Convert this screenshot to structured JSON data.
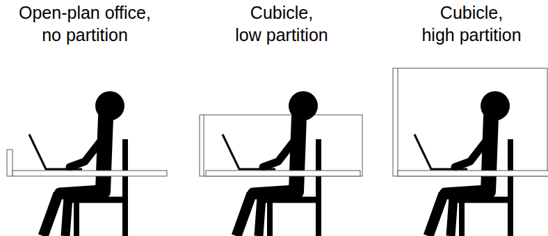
{
  "diagram": {
    "labels": [
      "Open-plan office, no partition",
      "Cubicle, low partition",
      "Cubicle, high partition"
    ]
  }
}
